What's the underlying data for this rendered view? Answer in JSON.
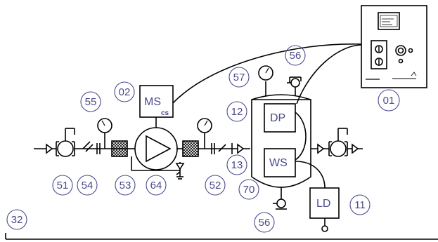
{
  "callouts": {
    "c01": "01",
    "c02": "02",
    "c11": "11",
    "c12": "12",
    "c13": "13",
    "c32": "32",
    "c51": "51",
    "c52": "52",
    "c53": "53",
    "c54": "54",
    "c55": "55",
    "c56_top": "56",
    "c56_bottom": "56",
    "c57": "57",
    "c64": "64",
    "c70": "70"
  },
  "boxes": {
    "ms": "MS",
    "ms_sub": "cs",
    "dp": "DP",
    "ws": "WS",
    "ld": "LD"
  },
  "colors": {
    "line": "#000000",
    "label": "#4a4a8c",
    "background": "#ffffff"
  }
}
